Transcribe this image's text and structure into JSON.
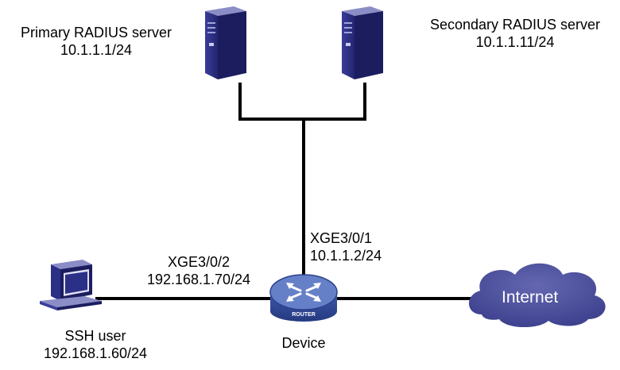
{
  "primary_server": {
    "name": "Primary RADIUS server",
    "ip": "10.1.1.1/24"
  },
  "secondary_server": {
    "name": "Secondary RADIUS server",
    "ip": "10.1.1.11/24"
  },
  "device": {
    "name": "Device",
    "badge": "ROUTER"
  },
  "uplink": {
    "interface": "XGE3/0/1",
    "ip": "10.1.1.2/24"
  },
  "downlink": {
    "interface": "XGE3/0/2",
    "ip": "192.168.1.70/24"
  },
  "ssh_user": {
    "name": "SSH user",
    "ip": "192.168.1.60/24"
  },
  "internet": {
    "label": "Internet"
  },
  "colors": {
    "link": "#000000",
    "server_front": "#2c2f86",
    "server_side": "#17195a",
    "server_top": "#8a8dc6",
    "router_body": "#3d55a3",
    "router_top": "#6a83cc",
    "cloud": "#4a4d9a"
  },
  "icons": [
    "server-icon",
    "router-icon",
    "pc-icon",
    "cloud-icon"
  ]
}
